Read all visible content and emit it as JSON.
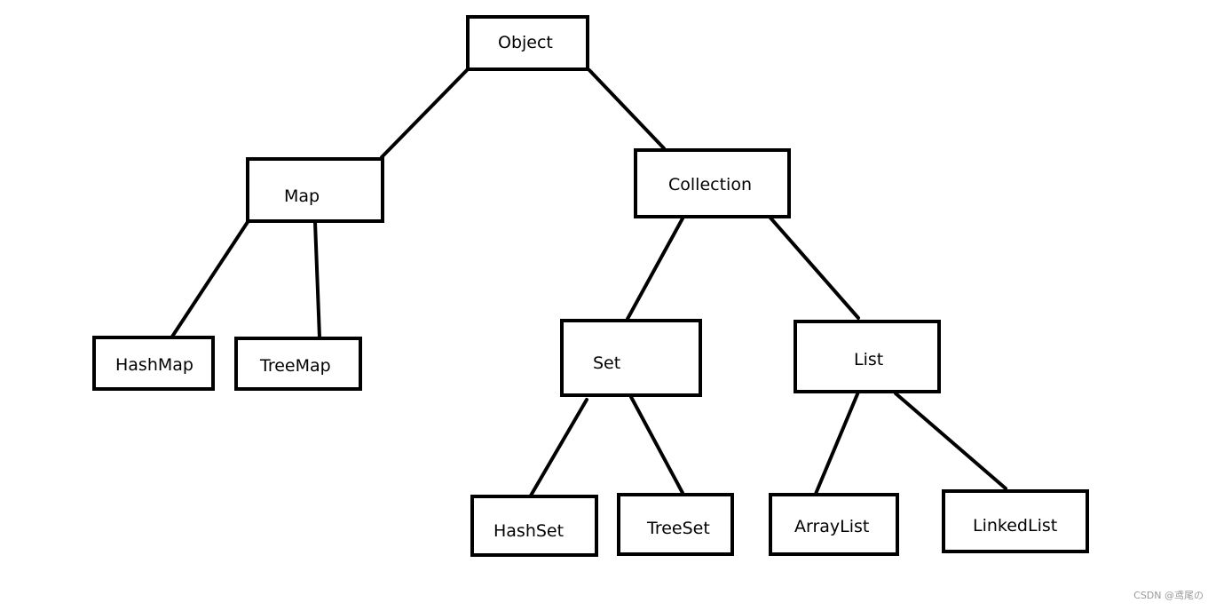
{
  "diagram": {
    "nodes": {
      "object": "Object",
      "map": "Map",
      "collection": "Collection",
      "hashmap": "HashMap",
      "treemap": "TreeMap",
      "set": "Set",
      "list": "List",
      "hashset": "HashSet",
      "treeset": "TreeSet",
      "arraylist": "ArrayList",
      "linkedlist": "LinkedList"
    },
    "edges": [
      [
        "object",
        "map"
      ],
      [
        "object",
        "collection"
      ],
      [
        "map",
        "hashmap"
      ],
      [
        "map",
        "treemap"
      ],
      [
        "collection",
        "set"
      ],
      [
        "collection",
        "list"
      ],
      [
        "set",
        "hashset"
      ],
      [
        "set",
        "treeset"
      ],
      [
        "list",
        "arraylist"
      ],
      [
        "list",
        "linkedlist"
      ]
    ]
  },
  "watermark": "CSDN @鸢尾の"
}
